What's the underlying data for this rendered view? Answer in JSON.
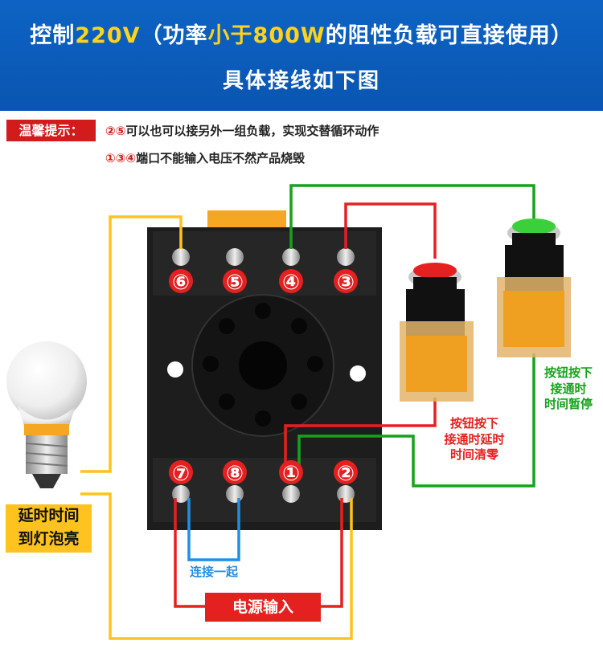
{
  "header": {
    "line1_a": "控制",
    "line1_voltage": "220V",
    "line1_b": "（功率",
    "line1_less": "小于",
    "line1_power": "800W",
    "line1_c": "的阻性负载可直接使用）",
    "line2": "具体接线如下图"
  },
  "tips": {
    "label": "温馨提示：",
    "line1_nums": "②⑤",
    "line1_text": "可以也可以接另外一组负载，实现交替循环动作",
    "line2_nums": "①③④",
    "line2_text": "端口不能输入电压不然产品烧毁"
  },
  "terminals": {
    "t6": "⑥",
    "t5": "⑤",
    "t4": "④",
    "t3": "③",
    "t7": "⑦",
    "t8": "⑧",
    "t1": "①",
    "t2": "②"
  },
  "labels": {
    "red_button": [
      "按钮按下",
      "接通时延时",
      "时间清零"
    ],
    "green_button": [
      "按钮按下",
      "接通时",
      "时间暂停"
    ],
    "connect_together": "连接一起",
    "power_input": "电源输入",
    "bulb": [
      "延时时间",
      "到灯泡亮"
    ]
  },
  "colors": {
    "header_bg": "#0a55b1",
    "highlight": "#ffd21c",
    "red": "#e52020",
    "green": "#16a21c",
    "blue": "#1f8fe6",
    "yellow": "#ffc21f"
  }
}
